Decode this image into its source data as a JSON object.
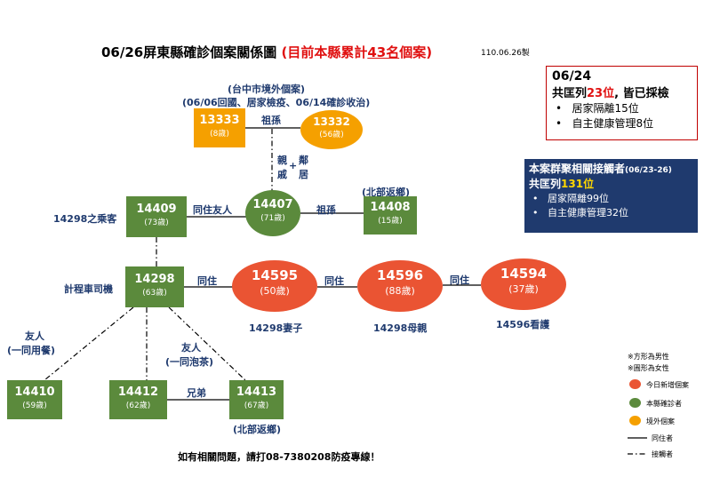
{
  "header": {
    "title_main": "06/26屏東縣確診個案關係圖",
    "title_red_prefix": "(目前本縣累計",
    "title_red_count": "43名",
    "title_red_suffix": "個案)",
    "date": "110.06.26製"
  },
  "labels": {
    "taichung_import": "(台中市境外個案)",
    "taichung_detail": "(06/06回國、居家檢疫、06/14確診收治)",
    "grandson_top": "祖孫",
    "relatives_a": "親",
    "relatives_b": "戚",
    "plus": "+",
    "neighbor_a": "鄰",
    "neighbor_b": "居",
    "north_return_top": "(北部返鄉)",
    "cohabit_friend": "同住友人",
    "grandson_mid": "祖孫",
    "passenger_14298": "14298之乘客",
    "taxi_driver": "計程車司機",
    "cohabit_1": "同住",
    "cohabit_2": "同住",
    "cohabit_3": "同住",
    "wife_14298": "14298妻子",
    "mother_14298": "14298母親",
    "caregiver_14596": "14596看護",
    "friend_meal_a": "友人",
    "friend_meal_b": "(一同用餐)",
    "friend_tea_a": "友人",
    "friend_tea_b": "(一同泡茶)",
    "brothers": "兄弟",
    "north_return_bottom": "(北部返鄉)"
  },
  "cases": {
    "c13333": {
      "id": "13333",
      "age": "(8歲)"
    },
    "c13332": {
      "id": "13332",
      "age": "(56歲)"
    },
    "c14409": {
      "id": "14409",
      "age": "(73歲)"
    },
    "c14407": {
      "id": "14407",
      "age": "(71歲)"
    },
    "c14408": {
      "id": "14408",
      "age": "(15歲)"
    },
    "c14298": {
      "id": "14298",
      "age": "(63歲)"
    },
    "c14595": {
      "id": "14595",
      "age": "(50歲)"
    },
    "c14596": {
      "id": "14596",
      "age": "(88歲)"
    },
    "c14594": {
      "id": "14594",
      "age": "(37歲)"
    },
    "c14410": {
      "id": "14410",
      "age": "(59歲)"
    },
    "c14412": {
      "id": "14412",
      "age": "(62歲)"
    },
    "c14413": {
      "id": "14413",
      "age": "(67歲)"
    }
  },
  "box_0624": {
    "heading": "06/24",
    "line_prefix": "共匡列",
    "line_count": "23位",
    "line_suffix": ", 皆已採檢",
    "items": [
      "居家隔離15位",
      "自主健康管理8位"
    ]
  },
  "box_contacts": {
    "heading": "本案群聚相關接觸者",
    "heading_dates": "(06/23-26)",
    "line_prefix": "共匡列",
    "line_count": "131位",
    "items": [
      "居家隔離99位",
      "自主健康管理32位"
    ]
  },
  "legend": {
    "note_square": "※方形為男性",
    "note_circle": "※圓形為女性",
    "new_case": "今日新增個案",
    "local_case": "本縣確診者",
    "import_case": "境外個案",
    "cohabit": "同住者",
    "contact": "接觸者"
  },
  "colors": {
    "green": "#5b8a3c",
    "red": "#ea5433",
    "orange": "#f5a000",
    "navy": "#1f3a6e",
    "title_red": "#e01010"
  },
  "footer": "如有相關問題，請打08-7380208防疫專線！"
}
